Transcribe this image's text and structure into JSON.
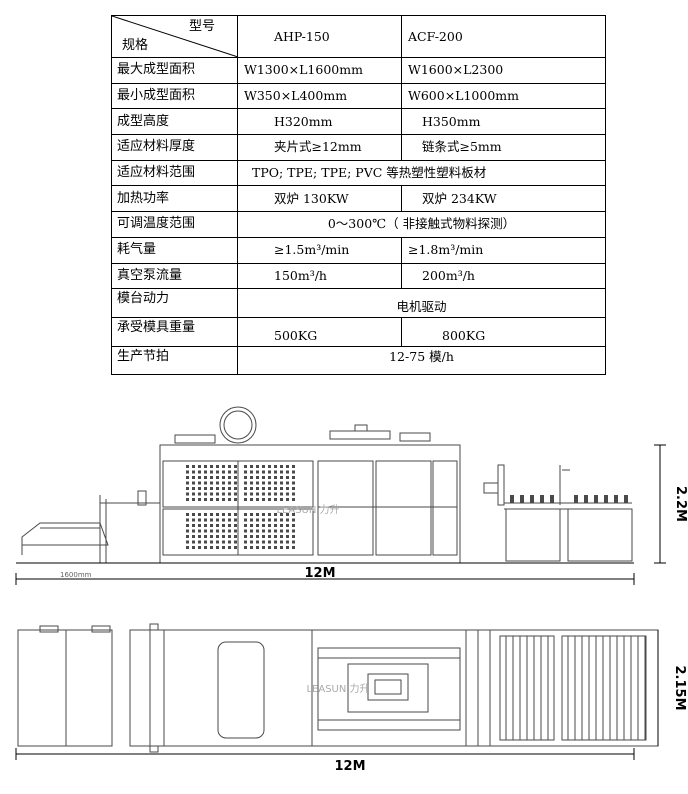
{
  "table": {
    "header": {
      "model_label": "型号",
      "spec_label": "规格",
      "models": [
        "AHP-150",
        "ACF-200"
      ]
    },
    "rows": [
      {
        "label": "最大成型面积",
        "values": [
          "W1300×L1600mm",
          "W1600×L2300"
        ]
      },
      {
        "label": "最小成型面积",
        "values": [
          "W350×L400mm",
          "W600×L1000mm"
        ]
      },
      {
        "label": "成型高度",
        "values": [
          "H320mm",
          "H350mm"
        ]
      },
      {
        "label": "适应材料厚度",
        "values": [
          "夹片式≥12mm",
          "链条式≥5mm"
        ]
      },
      {
        "label": "适应材料范围",
        "span": "TPO; TPE; TPE; PVC 等热塑性塑料板材"
      },
      {
        "label": "加热功率",
        "values": [
          "双炉 130KW",
          "双炉 234KW"
        ]
      },
      {
        "label": "可调温度范围",
        "span": "0～300℃（ 非接触式物料探测）"
      },
      {
        "label": "耗气量",
        "values": [
          "≥1.5m³/min",
          "≥1.8m³/min"
        ]
      },
      {
        "label": "真空泵流量",
        "values": [
          "150m³/h",
          "200m³/h"
        ]
      },
      {
        "label": "模台动力",
        "span": "电机驱动"
      },
      {
        "label": "承受模具重量",
        "values": [
          "500KG",
          "800KG"
        ]
      },
      {
        "label": "生产节拍",
        "span": "12-75 模/h"
      }
    ]
  },
  "side_view": {
    "width_label": "12M",
    "height_label": "2.2M",
    "small_label": "1600mm",
    "watermark": "LEASUN 力升"
  },
  "top_view": {
    "width_label": "12M",
    "height_label": "2.15M",
    "watermark": "LEASUN 力升"
  },
  "colors": {
    "line": "#000000",
    "drawing": "#4a4a4a"
  }
}
